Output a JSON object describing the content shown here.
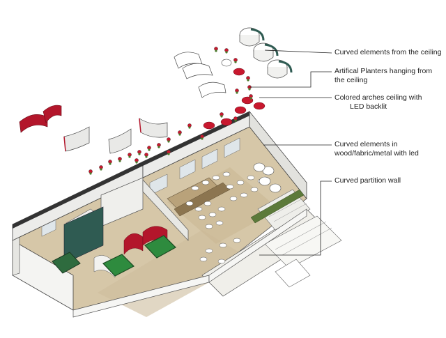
{
  "annotations": [
    {
      "id": "curved-ceiling",
      "lines": [
        "Curved elements from the ceiling"
      ]
    },
    {
      "id": "planters",
      "lines": [
        "Artifical Planters hanging from",
        "the ceiling"
      ]
    },
    {
      "id": "arches",
      "lines": [
        "Colored arches ceiling with",
        "LED backlit"
      ]
    },
    {
      "id": "curved-wood",
      "lines": [
        "Curved elements in",
        "wood/fabric/metal with led"
      ]
    },
    {
      "id": "partition",
      "lines": [
        "Curved partition wall"
      ]
    }
  ],
  "colors": {
    "accent_red": "#b3162b",
    "teal_wall": "#2f5b52",
    "floor": "#d6c7a8",
    "table_green": "#2e8b3e",
    "wall_white": "#f4f4f2"
  }
}
